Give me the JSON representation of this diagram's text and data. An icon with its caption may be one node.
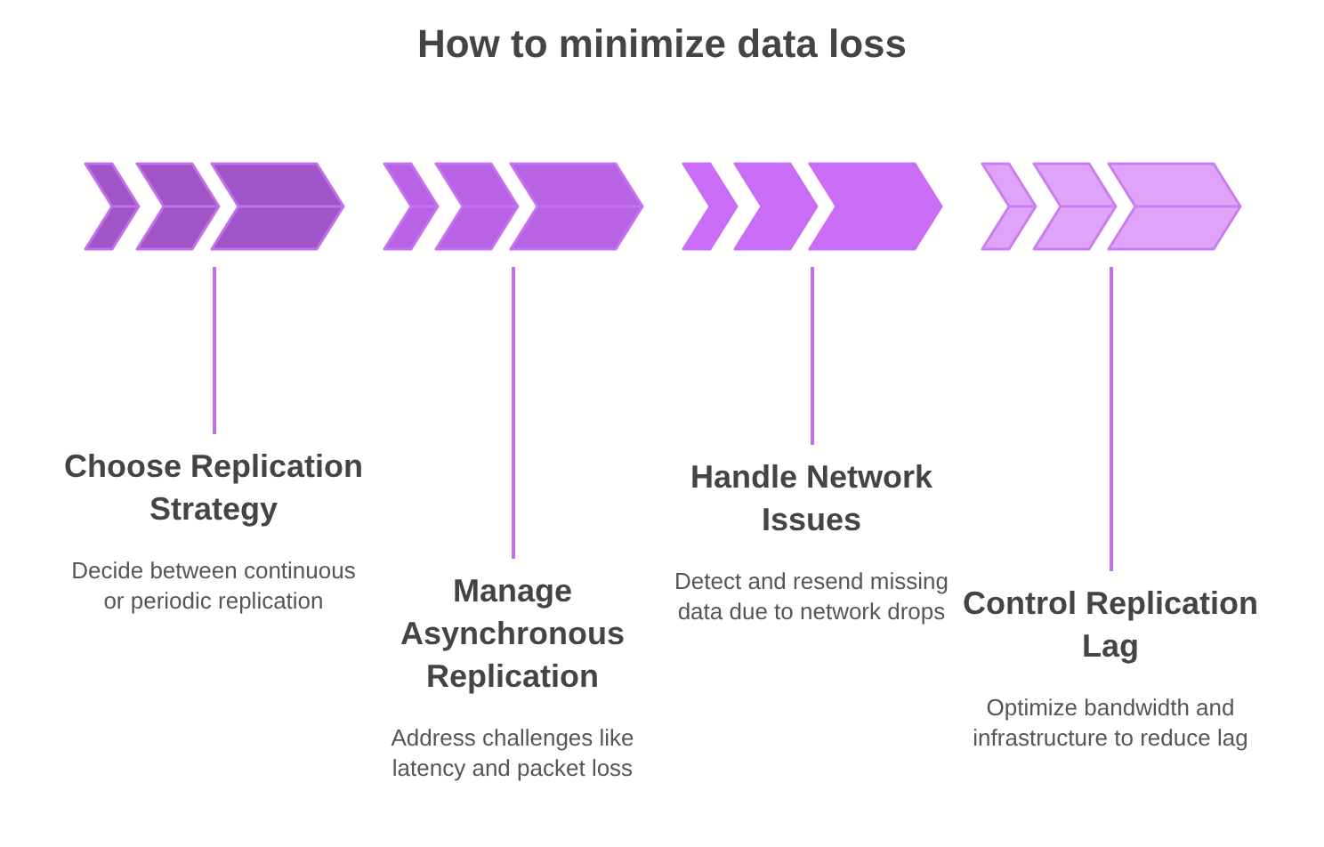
{
  "diagram": {
    "title": "How to minimize data loss",
    "nodes": [
      {
        "text": [],
        "shape": "chevron"
      },
      {
        "text": [],
        "shape": "chevron"
      },
      {
        "text": [],
        "shape": "chevron"
      },
      {
        "text": [],
        "shape": "chevron"
      },
      {
        "text": [
          "Choose Replication Strategy",
          "Decide between continuous or periodic replication"
        ]
      },
      {
        "text": [
          "Manage Asynchronous Replication",
          "Address challenges like latency and packet loss"
        ]
      },
      {
        "text": [
          "Handle Network Issues",
          "Detect and resend missing data due to network drops"
        ]
      },
      {
        "text": [
          "Control Replication Lag",
          "Optimize bandwidth and infrastructure to reduce lag"
        ]
      }
    ],
    "edges": [
      {
        "from": 0,
        "to": 4,
        "arrow": "none"
      },
      {
        "from": 1,
        "to": 5,
        "arrow": "none"
      },
      {
        "from": 2,
        "to": 6,
        "arrow": "none"
      },
      {
        "from": 3,
        "to": 7,
        "arrow": "none"
      }
    ]
  }
}
